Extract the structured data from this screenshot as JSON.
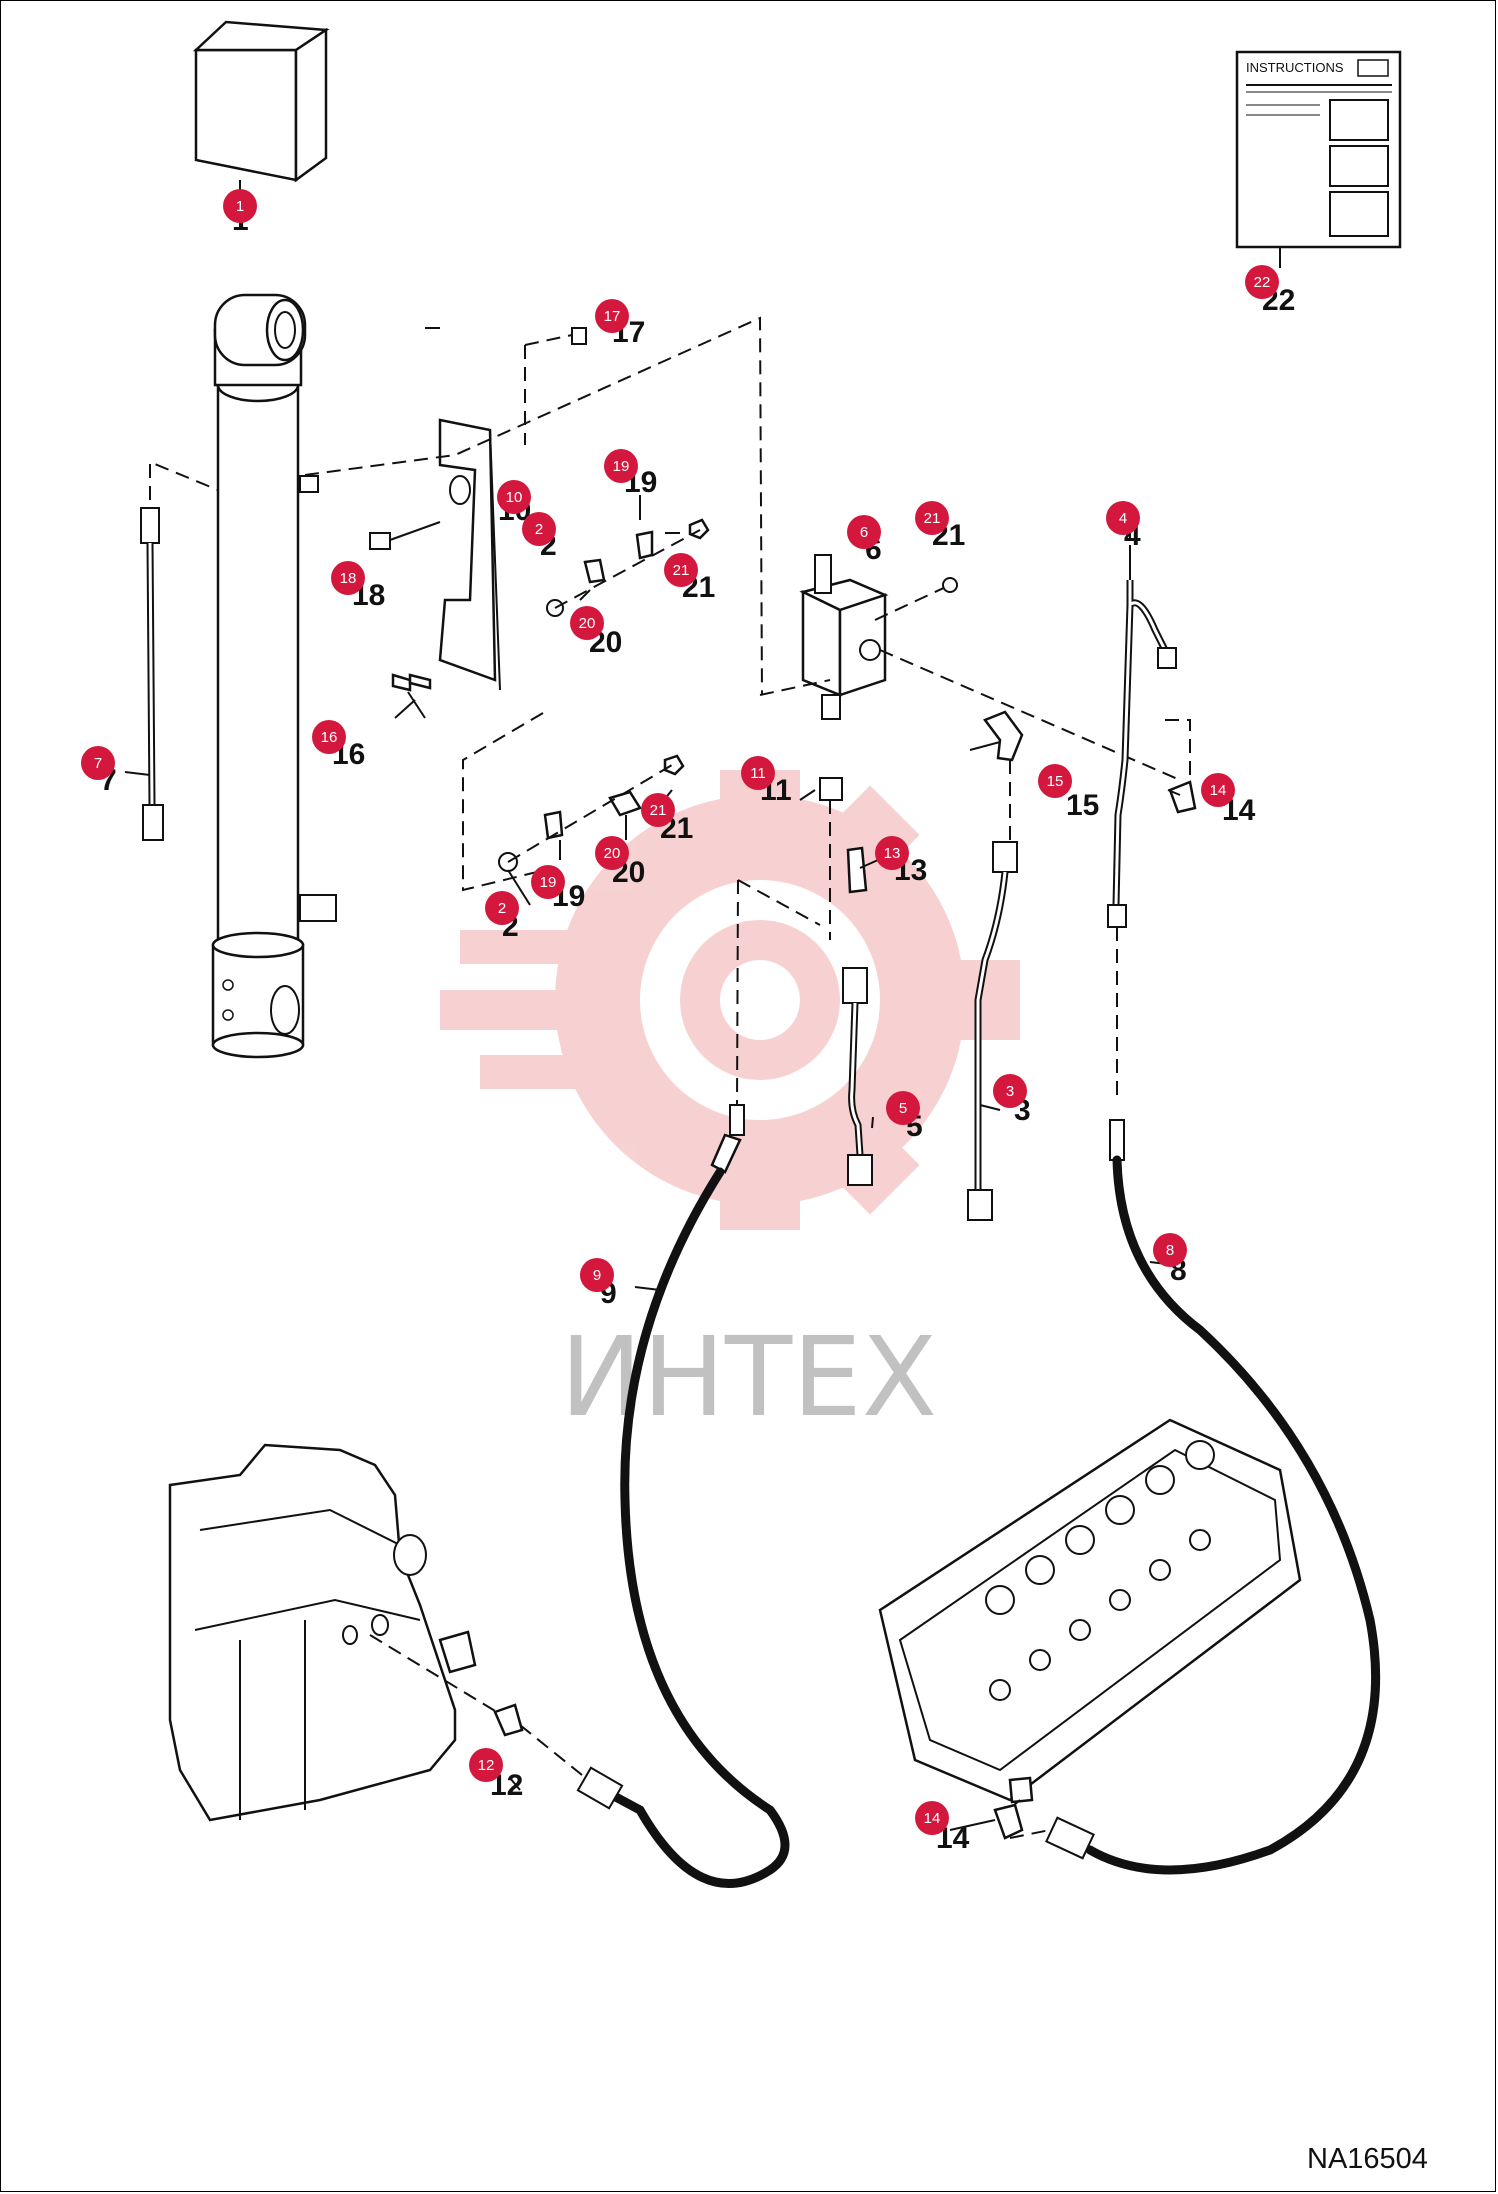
{
  "diagram": {
    "reference_code": "NA16504",
    "watermark_text": "ИНТЕХ",
    "instructions_label": "INSTRUCTIONS",
    "watermark_color": "#f4c8c8",
    "callout_color": "#d4183d"
  },
  "parts": [
    {
      "id": "p1",
      "callout": "1",
      "label": "1"
    },
    {
      "id": "p22",
      "callout": "22",
      "label": "22"
    },
    {
      "id": "p17",
      "callout": "17",
      "label": "17"
    },
    {
      "id": "p19a",
      "callout": "19",
      "label": "19"
    },
    {
      "id": "p10",
      "callout": "10",
      "label": "10"
    },
    {
      "id": "p2a",
      "callout": "2",
      "label": "2"
    },
    {
      "id": "p18",
      "callout": "18",
      "label": "18"
    },
    {
      "id": "p21a",
      "callout": "21",
      "label": "21"
    },
    {
      "id": "p20a",
      "callout": "20",
      "label": "20"
    },
    {
      "id": "p6",
      "callout": "6",
      "label": "6"
    },
    {
      "id": "p21b",
      "callout": "21",
      "label": "21"
    },
    {
      "id": "p4",
      "callout": "4",
      "label": "4"
    },
    {
      "id": "p7",
      "callout": "7",
      "label": "7"
    },
    {
      "id": "p16",
      "callout": "16",
      "label": "16"
    },
    {
      "id": "p11",
      "callout": "11",
      "label": "11"
    },
    {
      "id": "p15",
      "callout": "15",
      "label": "15"
    },
    {
      "id": "p14a",
      "callout": "14",
      "label": "14"
    },
    {
      "id": "p21c",
      "callout": "21",
      "label": "21"
    },
    {
      "id": "p13",
      "callout": "13",
      "label": "13"
    },
    {
      "id": "p20b",
      "callout": "20",
      "label": "20"
    },
    {
      "id": "p19b",
      "callout": "19",
      "label": "19"
    },
    {
      "id": "p2b",
      "callout": "2",
      "label": "2"
    },
    {
      "id": "p5",
      "callout": "5",
      "label": "5"
    },
    {
      "id": "p3",
      "callout": "3",
      "label": "3"
    },
    {
      "id": "p9",
      "callout": "9",
      "label": "9"
    },
    {
      "id": "p8",
      "callout": "8",
      "label": "8"
    },
    {
      "id": "p12",
      "callout": "12",
      "label": "12"
    },
    {
      "id": "p14b",
      "callout": "14",
      "label": "14"
    }
  ]
}
